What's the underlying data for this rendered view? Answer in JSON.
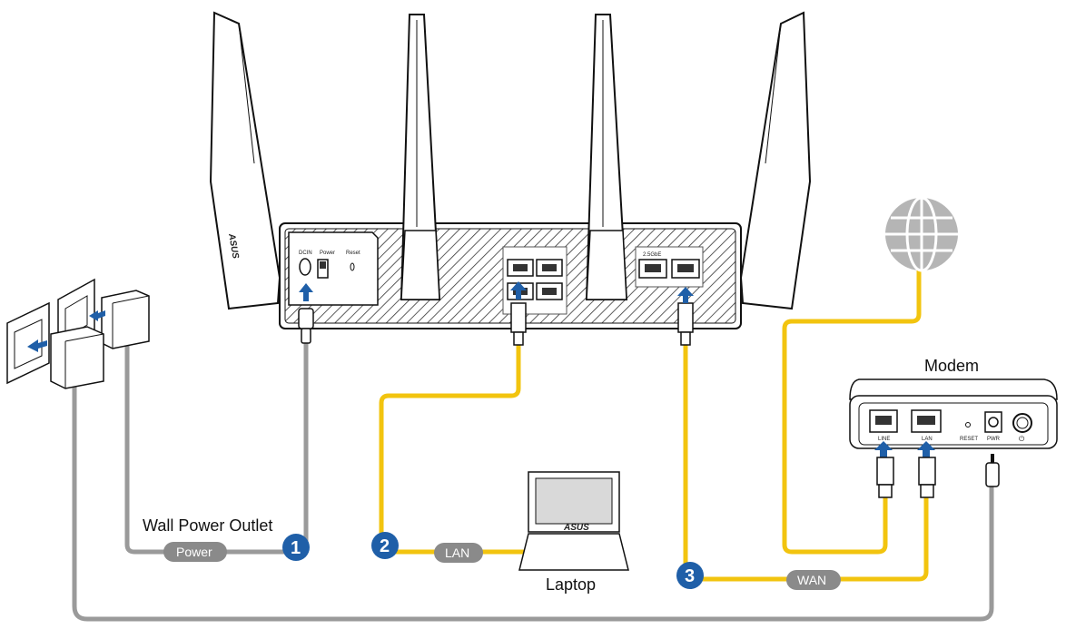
{
  "labels": {
    "wall_power_outlet": "Wall Power Outlet",
    "laptop": "Laptop",
    "modem": "Modem"
  },
  "pills": {
    "power": "Power",
    "lan": "LAN",
    "wan": "WAN"
  },
  "steps": [
    "1",
    "2",
    "3"
  ],
  "router": {
    "brand": "ASUS",
    "port_dcin": "DCIN",
    "port_power": "Power",
    "port_reset": "Reset",
    "port_wan": "2.5GbE"
  },
  "modem_ports": {
    "line": "LINE",
    "lan": "LAN",
    "reset": "RESET",
    "pwr": "PWR"
  },
  "laptop_brand": "ASUS",
  "colors": {
    "cable_lan": "#f2c40f",
    "cable_power": "#9a9a9a",
    "step_badge": "#1f5fa8",
    "pill": "#8a8a8a",
    "arrow": "#1f5fa8",
    "globe": "#b5b5b5"
  }
}
